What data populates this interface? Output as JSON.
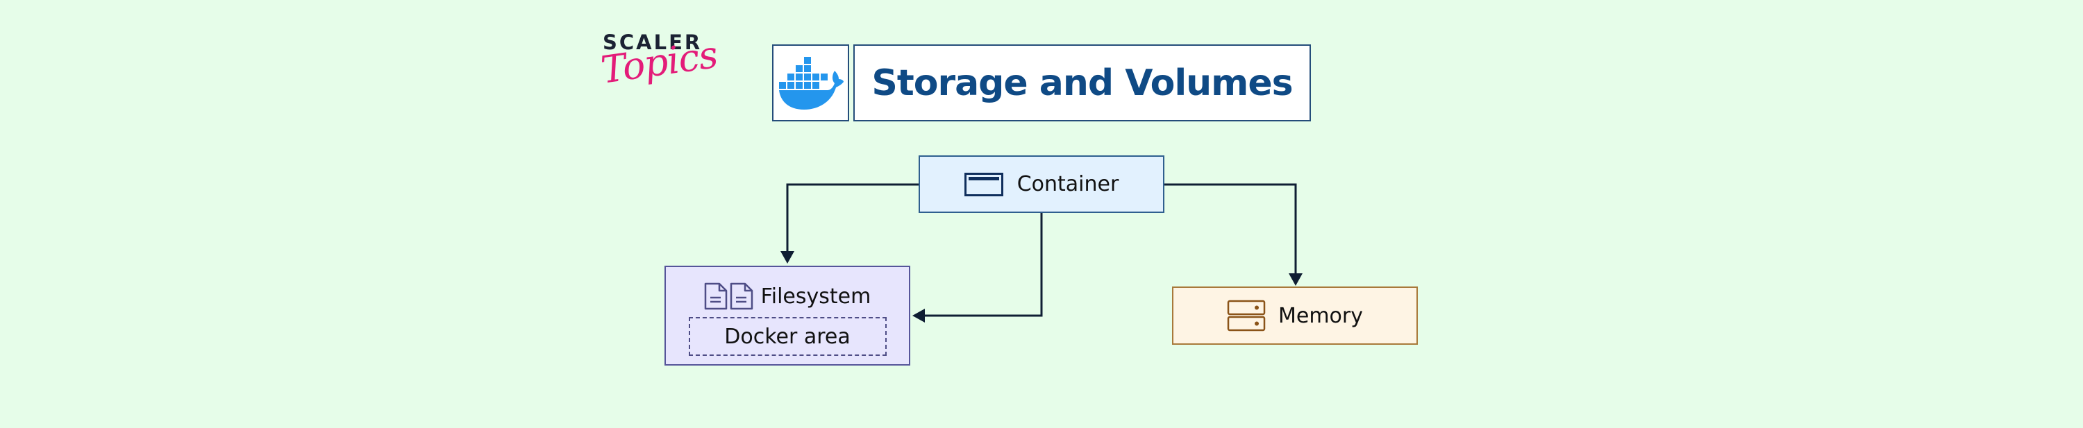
{
  "logo": {
    "line1": "SCALER",
    "line2": "Topics",
    "color_line1": "#1b2233",
    "color_line2": "#e31c79"
  },
  "header": {
    "icon": "docker-whale-icon",
    "title": "Storage and Volumes",
    "title_color": "#0f4a85"
  },
  "nodes": {
    "container": {
      "label": "Container",
      "icon": "window-icon",
      "fill": "#e2f1fe",
      "border": "#2f5f8f"
    },
    "filesystem": {
      "label": "Filesystem",
      "icon": "documents-icon",
      "fill": "#e7e5fd",
      "border": "#56559a",
      "inner": {
        "label": "Docker area",
        "style": "dashed"
      }
    },
    "memory": {
      "label": "Memory",
      "icon": "server-storage-icon",
      "fill": "#fef4e4",
      "border": "#a8793a"
    }
  },
  "edges": [
    {
      "from": "container",
      "to": "filesystem",
      "route": "left-then-down"
    },
    {
      "from": "container",
      "to": "filesystem",
      "route": "down-then-left"
    },
    {
      "from": "container",
      "to": "memory",
      "route": "right-then-down"
    }
  ],
  "colors": {
    "background": "#e6fde9",
    "edge": "#0f1e33",
    "docker_blue": "#2496ed"
  }
}
